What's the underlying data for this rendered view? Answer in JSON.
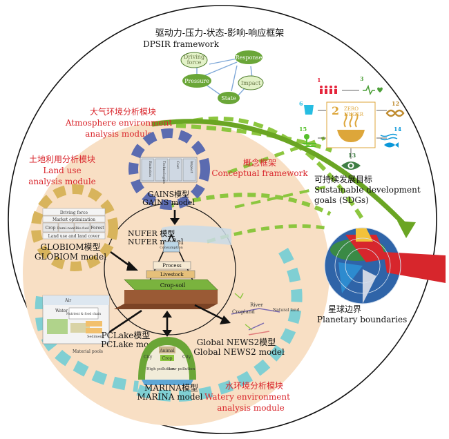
{
  "dpsir": {
    "title_cn": "驱动力-压力-状态-影响-响应框架",
    "title_en": "DPSIR framework",
    "nodes": {
      "driving": [
        "Driving",
        "force"
      ],
      "pressure": "Pressure",
      "state": "State",
      "impact": "Impact",
      "response": "Response"
    }
  },
  "sdgs": {
    "title_cn": "可持续发展目标",
    "title_en_1": "Sustainable development",
    "title_en_2": "goals (SDGs)",
    "center_num": "2",
    "center_text_1": "ZERO",
    "center_text_2": "HUGER",
    "numbers": [
      "1",
      "3",
      "6",
      "12",
      "15",
      "14",
      "13"
    ],
    "colors": {
      "g1": "#e5243b",
      "g2": "#dda63a",
      "g3": "#4c9f38",
      "g6": "#26bde2",
      "g12": "#bf8b2e",
      "g13": "#3f7e44",
      "g14": "#0a97d9",
      "g15": "#56c02b"
    }
  },
  "planetary": {
    "title_cn": "星球边界",
    "title_en": "Planetary boundaries"
  },
  "conceptual": {
    "cn": "概念框架",
    "en": "Conceptual framework"
  },
  "atmosphere": {
    "cn": "大气环境分析模块",
    "en_1": "Atmosphere environment",
    "en_2": "analysis module"
  },
  "land_use": {
    "cn": "土地利用分析模块",
    "en_1": "Land use",
    "en_2": "analysis module"
  },
  "water": {
    "cn": "水环境分析模块",
    "en_1": "Watery environment",
    "en_2": "analysis module"
  },
  "gains": {
    "cn": "GAINS模型",
    "en": "GAINS model",
    "boxes": [
      "Emission",
      "Technologies",
      "Cost",
      "Impact"
    ]
  },
  "globiom": {
    "cn": "GLOBIOM模型",
    "en": "GLOBIOM model",
    "rows": [
      "Driving force",
      "Market optimization",
      "Land use and land cover"
    ],
    "cells": [
      "Crop",
      "Rumi-nant",
      "Bio-fuel",
      "Forest"
    ]
  },
  "nufer": {
    "cn": "NUFER 模型",
    "en": "NUFER model",
    "layers": [
      "Process",
      "Livestock",
      "Crop-soil"
    ],
    "top": "Consumption"
  },
  "pclake": {
    "cn": "PCLake模型",
    "en": "PCLake model",
    "labels": [
      "Air",
      "Water",
      "Sediment",
      "Material pools",
      "Nutrient & food chain"
    ]
  },
  "marina": {
    "cn": "MARINA模型",
    "en": "MARINA model",
    "labels": [
      "Animal",
      "Crop",
      "City",
      "City",
      "High pollution",
      "Low pollution"
    ]
  },
  "news": {
    "cn": "Global NEWS2模型",
    "en": "Global NEWS2 model",
    "labels": [
      "River",
      "Natural land",
      "Cropland"
    ]
  },
  "colors": {
    "accent_red": "#d9262c",
    "beige": "#f8dfc4",
    "arrow_green": "#7fb61e",
    "dash_blue": "#5b6bb0",
    "dash_tan": "#d8b45c",
    "dash_teal": "#7fcfd3"
  }
}
